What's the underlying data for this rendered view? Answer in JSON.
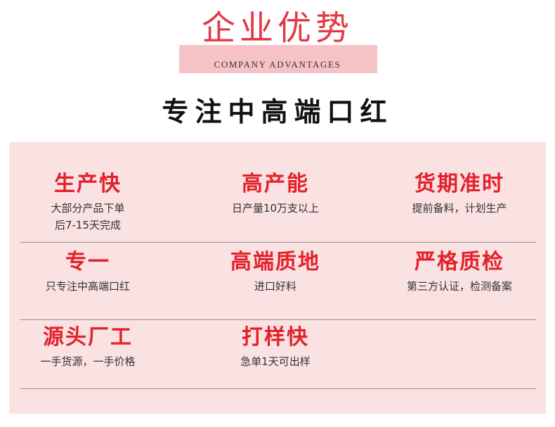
{
  "header": {
    "title": "企业优势",
    "subtitle": "COMPANY ADVANTAGES"
  },
  "headline": "专注中高端口红",
  "colors": {
    "title_red": "#e23945",
    "feature_red": "#e3212a",
    "band_pink": "#f7c2c6",
    "panel_pink": "#fae1e2"
  },
  "features": [
    {
      "title": "生产快",
      "lines": [
        "大部分产品下单",
        "后7-15天完成"
      ]
    },
    {
      "title": "高产能",
      "lines": [
        "日产量10万支以上"
      ]
    },
    {
      "title": "货期准时",
      "lines": [
        "提前备料，计划生产"
      ]
    },
    {
      "title": "专一",
      "lines": [
        "只专注中高端口红"
      ]
    },
    {
      "title": "高端质地",
      "lines": [
        "进口好料"
      ]
    },
    {
      "title": "严格质检",
      "lines": [
        "第三方认证，检测备案"
      ]
    },
    {
      "title": "源头厂工",
      "lines": [
        "一手货源，一手价格"
      ]
    },
    {
      "title": "打样快",
      "lines": [
        "急单1天可出样"
      ]
    }
  ]
}
